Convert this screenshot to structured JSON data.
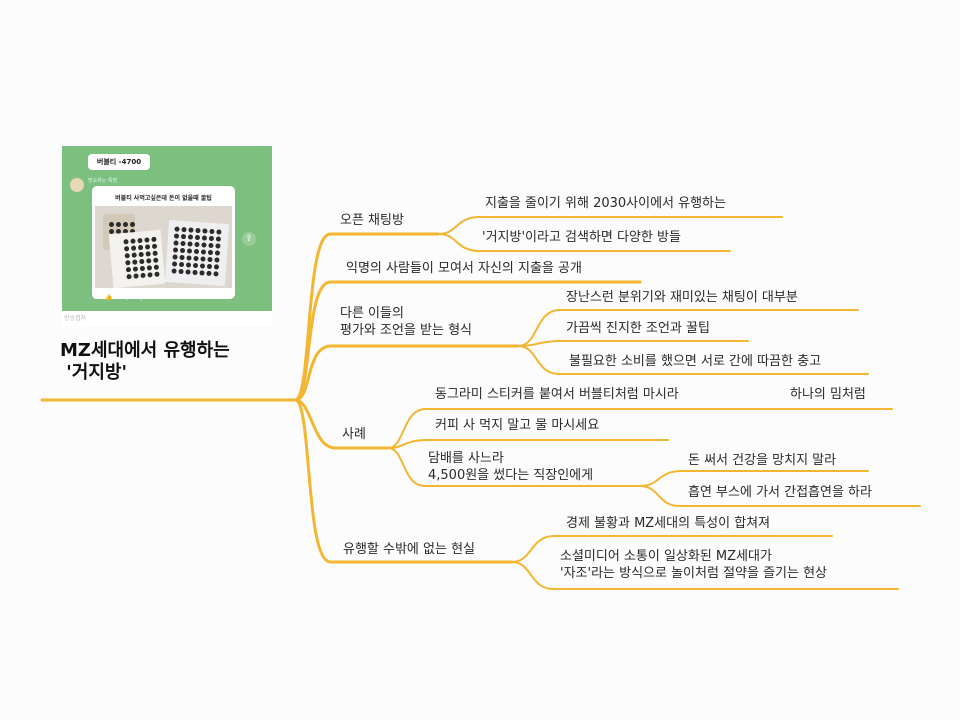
{
  "root": {
    "title_line1": "MZ세대에서 유행하는",
    "title_line2": " '거지방'"
  },
  "thumbnail": {
    "bubble": "버블티 -4700",
    "sender": "방소하는 톡방",
    "card_title": "버블티 사먹고싶은데 돈이 없을때 꿀팁",
    "reactions": "♥ 1  👍 16  😊 5  😮 2",
    "caption": "방송캡쳐"
  },
  "branches": {
    "open_chat": {
      "label": "오픈 채팅방",
      "children": [
        "지출을 줄이기 위해 2030사이에서 유행하는",
        "'거지방'이라고 검색하면 다양한 방들"
      ]
    },
    "anonymous": {
      "label": "익명의 사람들이 모여서 자신의 지출을 공개"
    },
    "feedback": {
      "label_line1": "다른 이들의",
      "label_line2": "평가와 조언을 받는 형식",
      "children": [
        "장난스런 분위기와 재미있는 채팅이 대부분",
        "가끔씩 진지한 조언과 꿀팁",
        "불필요한 소비를 했으면 서로 간에 따끔한 충고"
      ]
    },
    "examples": {
      "label": "사례",
      "sticker": "동그라미 스티커를 붙여서 버블티처럼 마시라",
      "sticker_child": "하나의 밈처럼",
      "coffee": "커피 사 먹지 말고 물 마시세요",
      "cigarette_line1": "담배를 사느라",
      "cigarette_line2": "4,500원을 썼다는 직장인에게",
      "cigarette_children": [
        "돈 써서 건강을 망치지 말라",
        "흡연 부스에 가서 간접흡연을 하라"
      ]
    },
    "reality": {
      "label": "유행할 수밖에 없는 현실",
      "child1": "경제 불황과 MZ세대의 특성이 합쳐져",
      "child2_line1": "소셜미디어 소통이 일상화된 MZ세대가",
      "child2_line2": "'자조'라는 방식으로 놀이처럼 절약을 즐기는 현상"
    }
  },
  "colors": {
    "branch": "#f2b631",
    "text": "#2a2a2a"
  }
}
